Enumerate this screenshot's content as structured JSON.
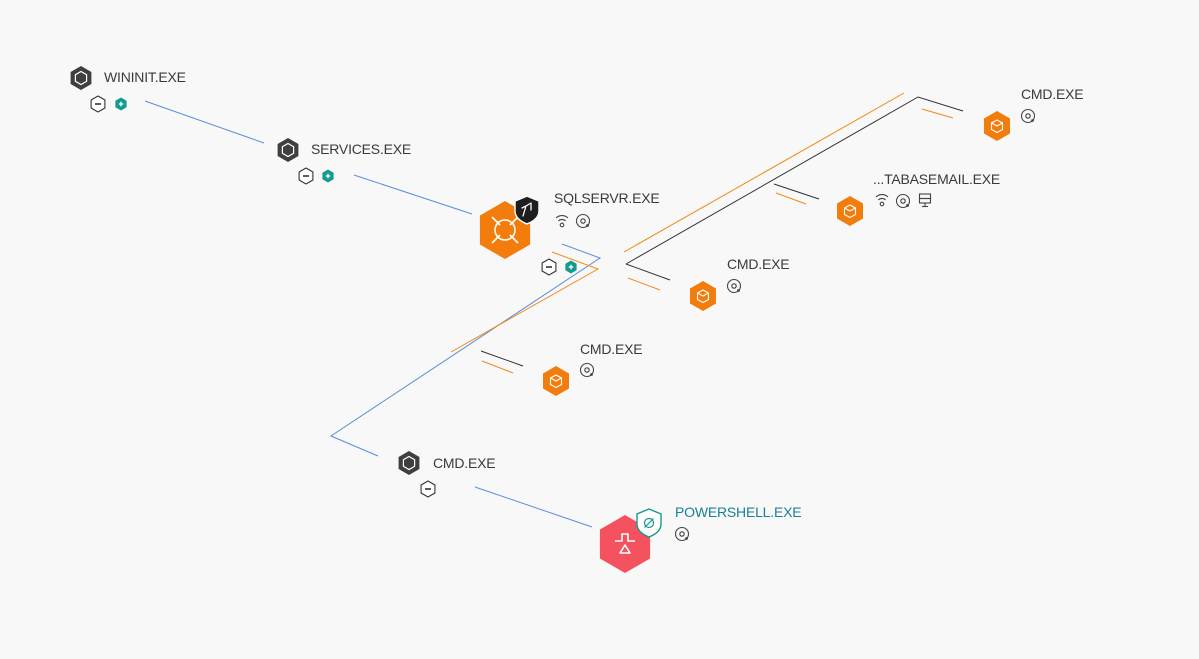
{
  "colors": {
    "background": "#f8f8f8",
    "edge_blue": "#5b8dd9",
    "edge_orange": "#f28a1b",
    "edge_dark": "#333333",
    "node_dark": "#3f3f3f",
    "node_orange": "#f27d0c",
    "node_red": "#f4525f",
    "badge_teal": "#149a8f",
    "label_text": "#3a3a3a",
    "label_highlight": "#1a7f99"
  },
  "nodes": [
    {
      "id": "wininit",
      "label": "WININIT.EXE",
      "kind": "dark-hex-icon",
      "badges": [
        "collapse-icon",
        "plus-hex-icon"
      ]
    },
    {
      "id": "services",
      "label": "SERVICES.EXE",
      "kind": "dark-hex-icon",
      "badges": [
        "collapse-icon",
        "plus-hex-icon"
      ]
    },
    {
      "id": "sqlservr",
      "label": "SQLSERVR.EXE",
      "kind": "orange-crosshair-icon",
      "badges": [
        "wifi-icon",
        "network-target-icon"
      ],
      "subbadges": [
        "collapse-icon",
        "plus-hex-icon"
      ],
      "marker": "black-shield-icon"
    },
    {
      "id": "cmd1",
      "label": "CMD.EXE",
      "kind": "orange-cube-icon",
      "badges": [
        "network-target-icon"
      ]
    },
    {
      "id": "dbmail",
      "label": "...TABASEMAIL.EXE",
      "kind": "orange-cube-icon",
      "badges": [
        "wifi-icon",
        "network-target-icon",
        "server-icon"
      ]
    },
    {
      "id": "cmd2",
      "label": "CMD.EXE",
      "kind": "orange-cube-icon",
      "badges": [
        "network-target-icon"
      ]
    },
    {
      "id": "cmd3",
      "label": "CMD.EXE",
      "kind": "orange-cube-icon",
      "badges": [
        "network-target-icon"
      ]
    },
    {
      "id": "cmd4",
      "label": "CMD.EXE",
      "kind": "dark-hex-icon",
      "badges": [
        "collapse-icon"
      ]
    },
    {
      "id": "powershell",
      "label": "POWERSHELL.EXE",
      "kind": "red-flask-icon",
      "badges": [
        "network-target-icon"
      ],
      "marker": "teal-shield-slash-icon",
      "highlight": true
    }
  ]
}
